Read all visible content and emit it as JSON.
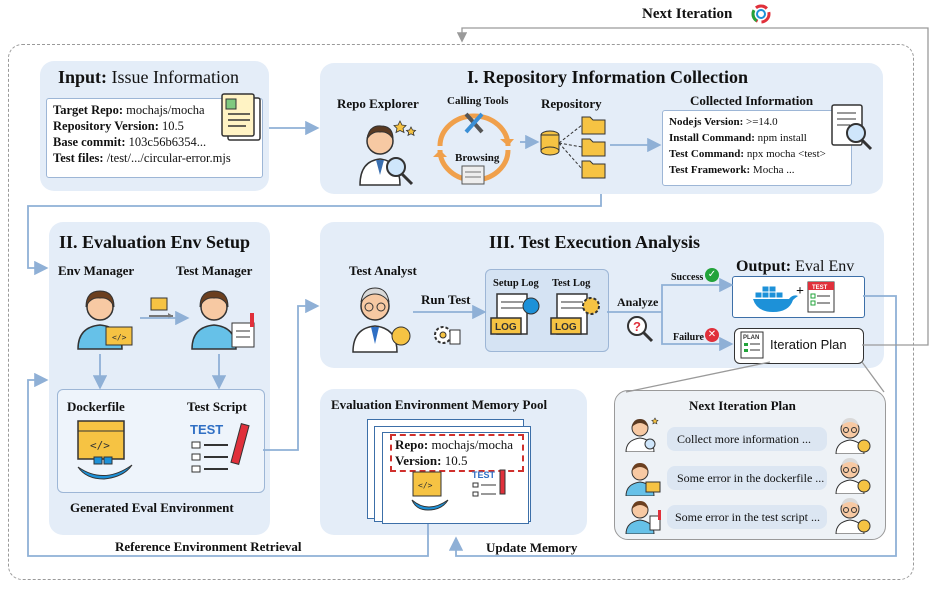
{
  "top": {
    "next_iteration": "Next Iteration"
  },
  "input": {
    "title_bold": "Input:",
    "title_rest": " Issue Information",
    "rows": [
      {
        "k": "Target Repo:",
        "v": " mochajs/mocha"
      },
      {
        "k": "Repository Version:",
        "v": " 10.5"
      },
      {
        "k": "Base commit:",
        "v": " 103c56b6354..."
      },
      {
        "k": "Test files:",
        "v": " /test/.../circular-error.mjs"
      }
    ]
  },
  "repo": {
    "title": "I. Repository Information Collection",
    "explorer": "Repo Explorer",
    "calling_tools": "Calling Tools",
    "browsing": "Browsing",
    "repository": "Repository",
    "collected": "Collected Information",
    "rows": [
      {
        "k": "Nodejs Version:",
        "v": " >=14.0"
      },
      {
        "k": "Install Command:",
        "v": " npm install"
      },
      {
        "k": "Test Command:",
        "v": " npx mocha <test>"
      },
      {
        "k": "Test Framework:",
        "v": "  Mocha ..."
      }
    ]
  },
  "env": {
    "title": "II. Evaluation Env Setup",
    "env_manager": "Env Manager",
    "test_manager": "Test Manager",
    "dockerfile": "Dockerfile",
    "test_script": "Test Script",
    "generated": "Generated Eval Environment",
    "test_badge": "TEST"
  },
  "exec": {
    "title": "III. Test Execution Analysis",
    "analyst": "Test Analyst",
    "run_test": "Run Test",
    "setup_log": "Setup Log",
    "test_log": "Test Log",
    "log": "LOG",
    "analyze": "Analyze",
    "success": "Success",
    "failure": "Failure",
    "output_bold": "Output:",
    "output_rest": " Eval Env",
    "iteration_plan": "Iteration Plan",
    "plan_badge": "PLAN",
    "test_badge": "TEST"
  },
  "memory": {
    "title": "Evaluation Environment Memory Pool",
    "repo_k": "Repo:",
    "repo_v": " mochajs/mocha",
    "version_k": "Version:",
    "version_v": " 10.5",
    "test_badge": "TEST"
  },
  "plan": {
    "title": "Next Iteration Plan",
    "items": [
      "Collect more information ...",
      "Some error in the dockerfile ...",
      "Some error in the test script ..."
    ]
  },
  "bottom": {
    "reference": "Reference Environment Retrieval",
    "update": "Update Memory"
  },
  "colors": {
    "panel": "#e4edf8",
    "arrow": "#8fb0d6",
    "success": "#22a33a",
    "failure": "#e0303b",
    "dashed_red": "#d0302c",
    "docker_blue": "#1d91d8",
    "folder": "#f6c343"
  }
}
